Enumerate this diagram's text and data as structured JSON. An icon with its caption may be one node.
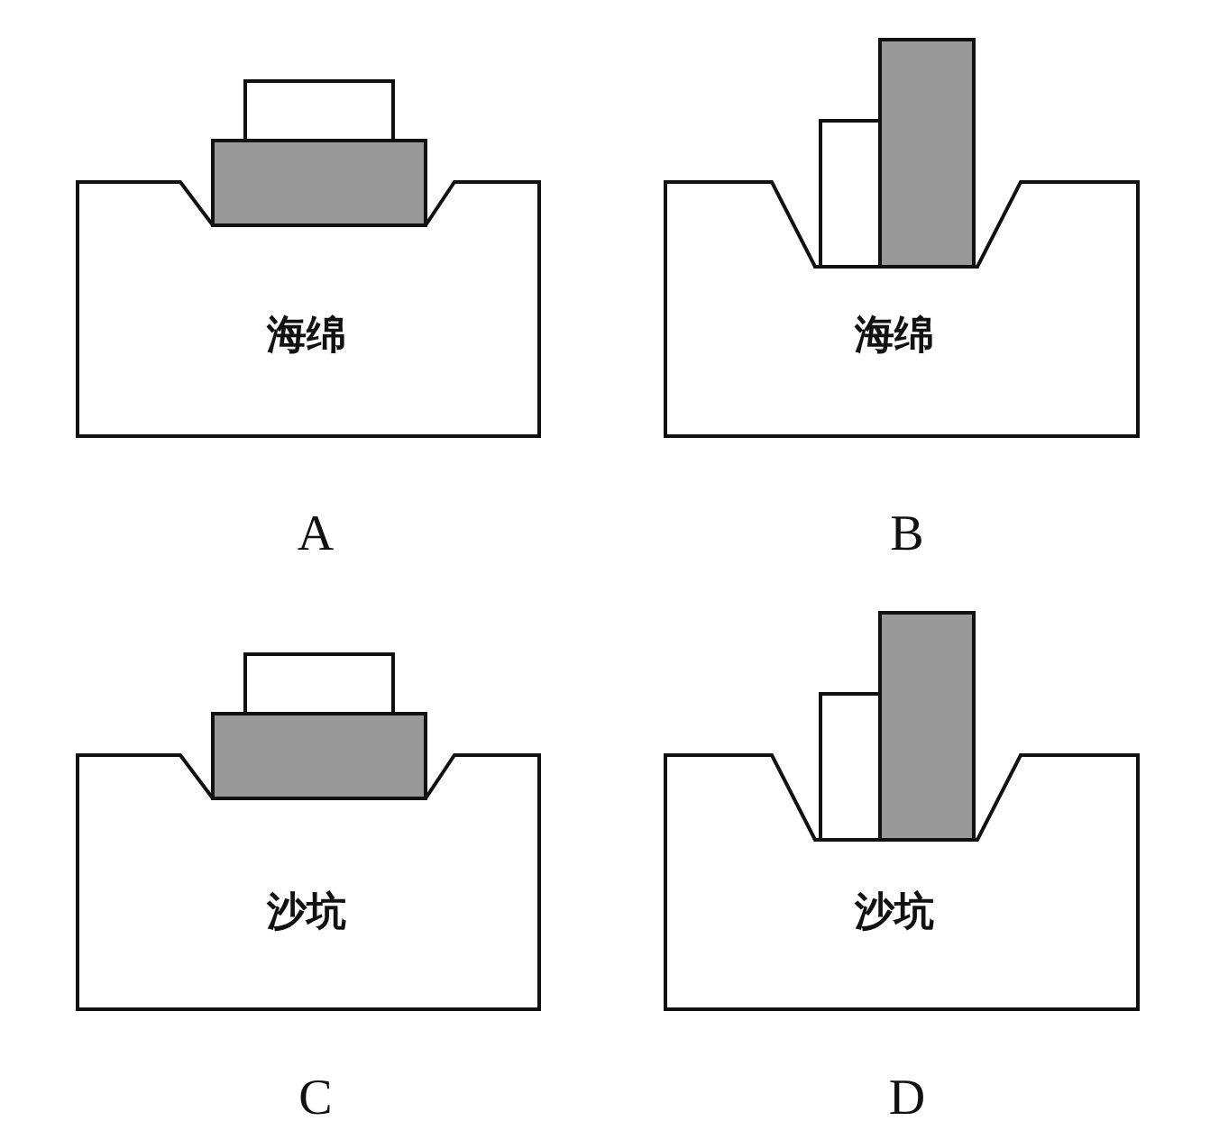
{
  "diagram": {
    "nodes": [
      {
        "text": [
          "海绵"
        ],
        "beside": [
          "A"
        ]
      },
      {
        "text": [
          "海绵"
        ],
        "beside": [
          "B"
        ]
      },
      {
        "text": [
          "沙坑"
        ],
        "beside": [
          "C"
        ]
      },
      {
        "text": [
          "沙坑"
        ],
        "beside": [
          "D"
        ]
      },
      {
        "text": [],
        "shape": "box"
      },
      {
        "text": [],
        "shape": "box"
      },
      {
        "text": [],
        "shape": "box"
      },
      {
        "text": [],
        "shape": "box"
      },
      {
        "text": [],
        "shape": "box"
      },
      {
        "text": [],
        "shape": "box"
      },
      {
        "text": [],
        "shape": "box"
      },
      {
        "text": [],
        "shape": "box"
      }
    ]
  }
}
